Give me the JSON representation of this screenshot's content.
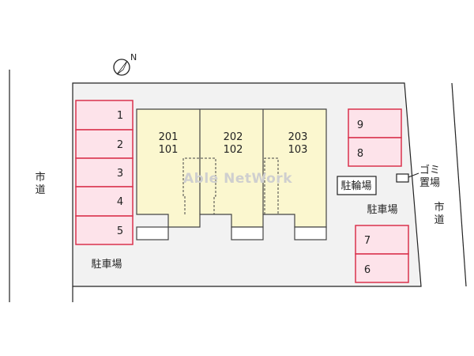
{
  "compass": {
    "label": "N",
    "icon": "north-arrow-icon"
  },
  "roads": {
    "left_label": "市道",
    "right_label": "市道"
  },
  "watermark": "Able NetWork",
  "parking": {
    "left_label": "駐車場",
    "right_label": "駐車場",
    "left_spaces": [
      "1",
      "2",
      "3",
      "4",
      "5"
    ],
    "right_top_spaces": [
      "9",
      "8"
    ],
    "right_bottom_spaces": [
      "7",
      "6"
    ]
  },
  "building": {
    "units": [
      {
        "upper": "201",
        "lower": "101"
      },
      {
        "upper": "202",
        "lower": "102"
      },
      {
        "upper": "203",
        "lower": "103"
      }
    ]
  },
  "bicycle_parking": "駐輪場",
  "garbage": {
    "line1": "ゴミ",
    "line2": "置場"
  },
  "colors": {
    "parking_fill": "#fde3ea",
    "parking_stroke": "#d9334d",
    "building_fill": "#fbf7cf",
    "building_stroke": "#444444",
    "site_fill": "#f2f2f2",
    "line": "#222222"
  }
}
